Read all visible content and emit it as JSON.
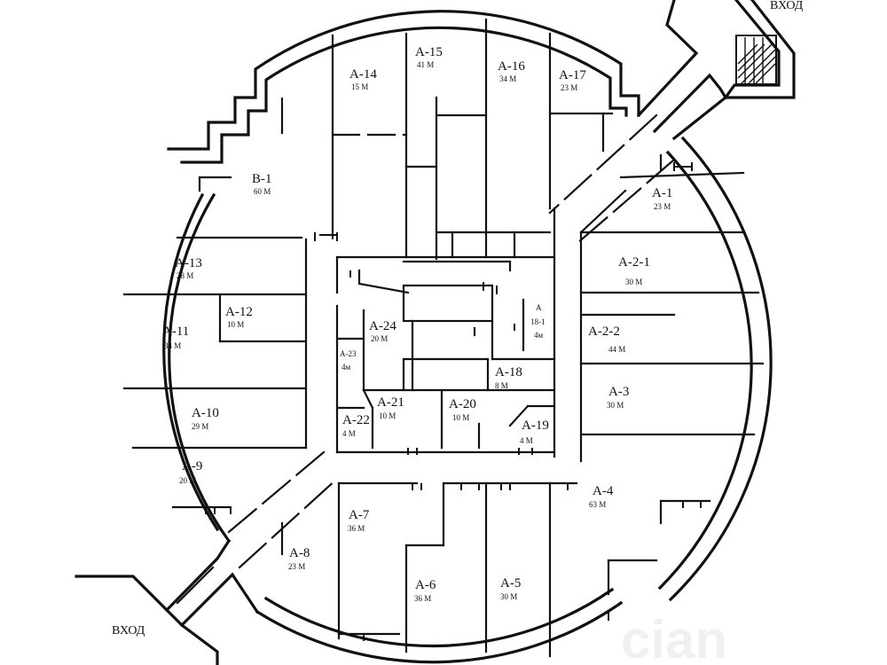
{
  "entrances": [
    {
      "id": "entrance-top-right",
      "label": "ВХОД"
    },
    {
      "id": "entrance-bottom-left",
      "label": "ВХОД"
    }
  ],
  "rooms": [
    {
      "id": "A-14",
      "label": "А-14",
      "area": "15 М"
    },
    {
      "id": "A-15",
      "label": "А-15",
      "area": "41 М"
    },
    {
      "id": "A-16",
      "label": "А-16",
      "area": "34 М"
    },
    {
      "id": "A-17",
      "label": "А-17",
      "area": "23 М"
    },
    {
      "id": "B-1",
      "label": "В-1",
      "area": "60 М"
    },
    {
      "id": "A-1",
      "label": "А-1",
      "area": "23 М"
    },
    {
      "id": "A-13",
      "label": "А-13",
      "area": "28 М"
    },
    {
      "id": "A-2-1",
      "label": "А-2-1",
      "area": "30 М"
    },
    {
      "id": "A-12",
      "label": "А-12",
      "area": "10 М"
    },
    {
      "id": "A-11",
      "label": "А-11",
      "area": "34 М"
    },
    {
      "id": "A-24",
      "label": "А-24",
      "area": "20 М"
    },
    {
      "id": "A-2-2",
      "label": "А-2-2",
      "area": "44 М"
    },
    {
      "id": "A-18",
      "label": "А-18",
      "area": "8 М"
    },
    {
      "id": "A-3",
      "label": "А-3",
      "area": "30 М"
    },
    {
      "id": "A-10",
      "label": "А-10",
      "area": "29 М"
    },
    {
      "id": "A-21",
      "label": "А-21",
      "area": "10 М"
    },
    {
      "id": "A-20",
      "label": "А-20",
      "area": "10 М"
    },
    {
      "id": "A-22",
      "label": "А-22",
      "area": "4 М"
    },
    {
      "id": "A-19",
      "label": "А-19",
      "area": "4 М"
    },
    {
      "id": "A-9",
      "label": "А-9",
      "area": "20 М"
    },
    {
      "id": "A-4",
      "label": "А-4",
      "area": "63 М"
    },
    {
      "id": "A-7",
      "label": "А-7",
      "area": "36 М"
    },
    {
      "id": "A-8",
      "label": "А-8",
      "area": "23 М"
    },
    {
      "id": "A-6",
      "label": "А-6",
      "area": "36 М"
    },
    {
      "id": "A-5",
      "label": "А-5",
      "area": "30 М"
    }
  ],
  "small_rooms": [
    {
      "id": "A-23",
      "label": "А-23",
      "area": "4м"
    },
    {
      "id": "A-18-1",
      "label": "А",
      "sub": "18-1",
      "area": "4м"
    }
  ],
  "watermark": "cian"
}
